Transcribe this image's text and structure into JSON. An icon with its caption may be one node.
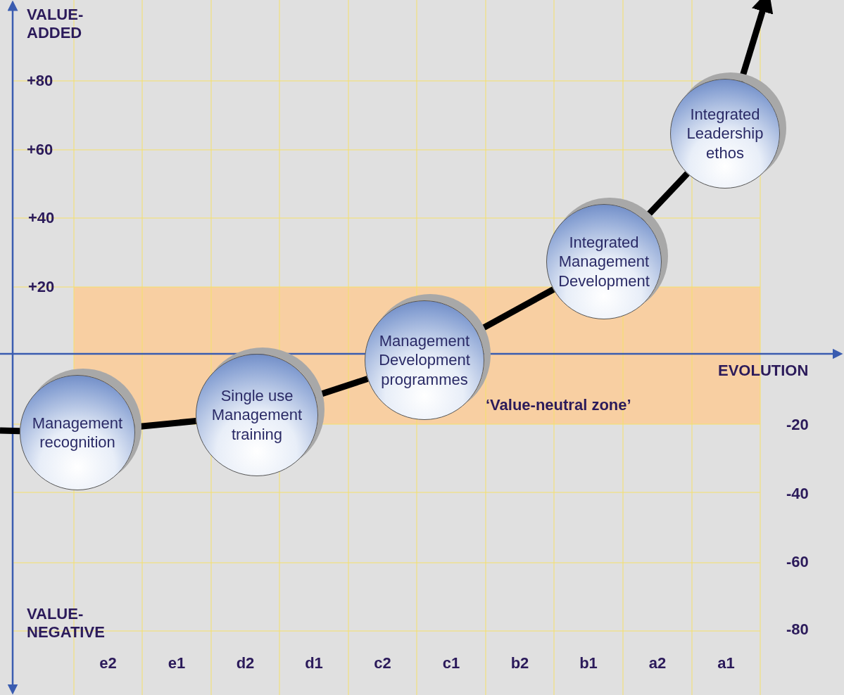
{
  "diagram": {
    "nodes": [
      {
        "text": [
          "Management recognition"
        ]
      },
      {
        "text": [
          "Single use Management training"
        ]
      },
      {
        "text": [
          "Management Development programmes"
        ]
      },
      {
        "text": [
          "Integrated Management Development"
        ]
      },
      {
        "text": [
          "Integrated Leadership ethos"
        ]
      }
    ],
    "edges": [
      {
        "from": null,
        "to": 0,
        "arrow": "none"
      },
      {
        "from": 0,
        "to": 1,
        "arrow": "none"
      },
      {
        "from": 1,
        "to": 2,
        "arrow": "none"
      },
      {
        "from": 2,
        "to": 3,
        "arrow": "none"
      },
      {
        "from": 3,
        "to": 4,
        "arrow": "none"
      },
      {
        "from": 4,
        "to": null,
        "arrow": "to"
      }
    ],
    "labels": [
      "VALUE- ADDED",
      "+80",
      "+60",
      "+40",
      "+20",
      "EVOLUTION",
      "‘Value-neutral zone’",
      "-20",
      "-40",
      "-60",
      "-80",
      "VALUE- NEGATIVE",
      "e2",
      "e1",
      "d2",
      "d1",
      "c2",
      "c1",
      "b2",
      "b1",
      "a2",
      "a1"
    ]
  }
}
